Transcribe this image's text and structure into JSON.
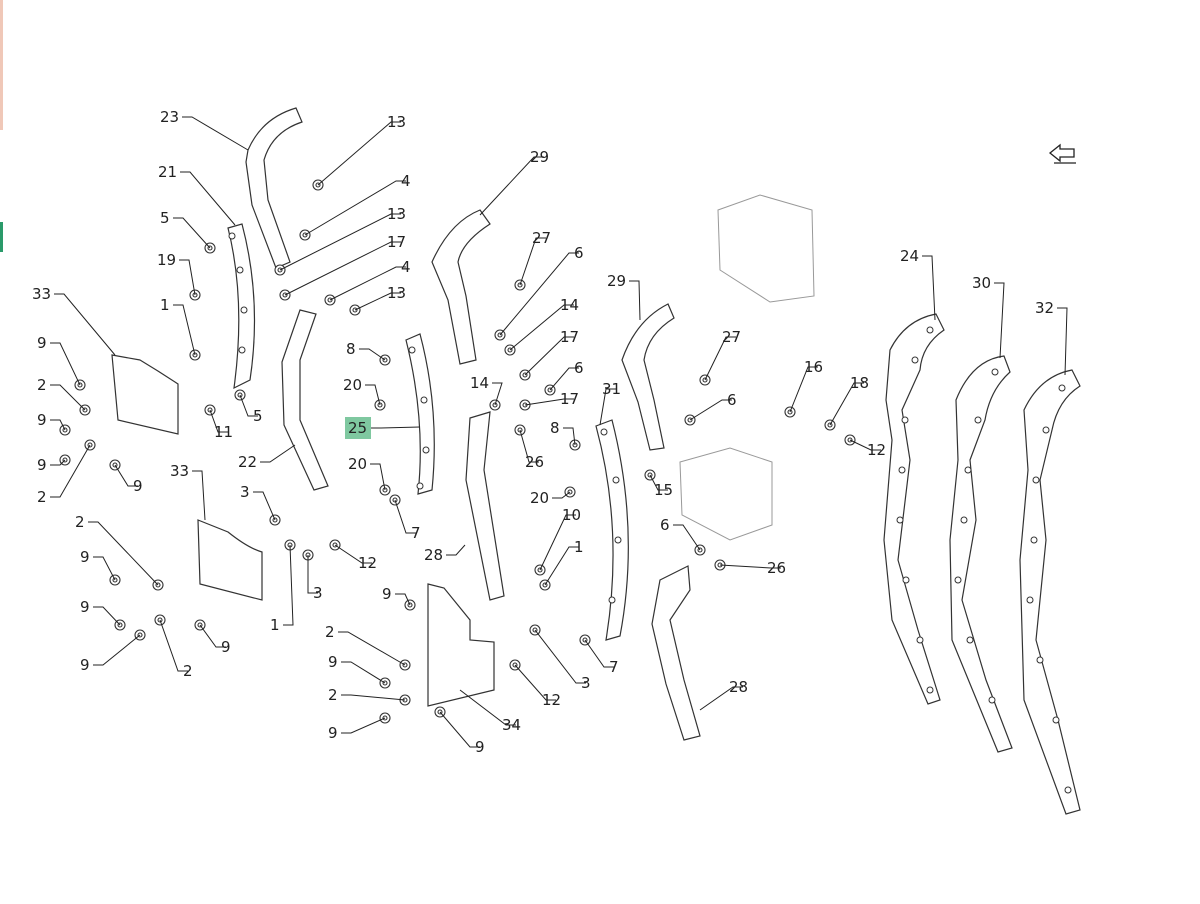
{
  "diagram": {
    "highlight_color": "#7fc8a0",
    "highlighted_callout": "25",
    "orientation_icon": "direction-arrow-icon",
    "callouts": [
      "23",
      "13",
      "4",
      "13",
      "17",
      "4",
      "13",
      "29",
      "27",
      "6",
      "14",
      "17",
      "6",
      "14",
      "17",
      "8",
      "26",
      "29",
      "27",
      "6",
      "16",
      "18",
      "12",
      "31",
      "15",
      "21",
      "5",
      "19",
      "1",
      "33",
      "9",
      "2",
      "9",
      "9",
      "2",
      "9",
      "11",
      "5",
      "22",
      "8",
      "20",
      "25",
      "20",
      "7",
      "28",
      "3",
      "12",
      "3",
      "1",
      "33",
      "2",
      "9",
      "9",
      "9",
      "9",
      "2",
      "20",
      "10",
      "1",
      "9",
      "2",
      "9",
      "2",
      "9",
      "34",
      "9",
      "12",
      "3",
      "7",
      "6",
      "26",
      "28",
      "24",
      "30",
      "32"
    ]
  }
}
